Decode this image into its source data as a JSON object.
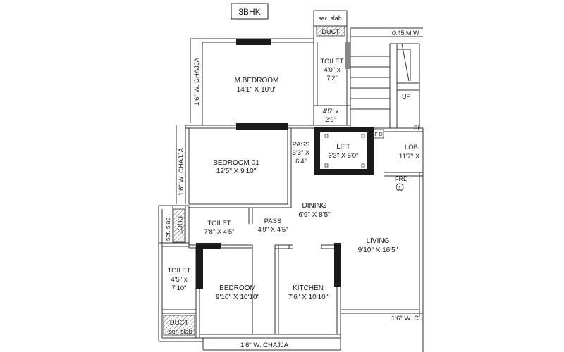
{
  "title": "3BHK",
  "rooms": {
    "master_bedroom": {
      "name": "M.BEDROOM",
      "size": "14'1\" X 10'0\""
    },
    "toilet_top": {
      "name": "TOILET",
      "size_line1": "4'0\" x",
      "size_line2": "7'2\""
    },
    "passage_top": {
      "size_line1": "4'5\" x",
      "size_line2": "2'9\""
    },
    "pass_1": {
      "name": "PASS",
      "size_line1": "3'3\" X",
      "size_line2": "6'4\""
    },
    "bedroom_01": {
      "name": "BEDROOM 01",
      "size": "12'5\" X 9'10\""
    },
    "lift": {
      "name": "LIFT",
      "size": "6'3\" X 5'0\""
    },
    "lobby": {
      "name": "LOB",
      "size": "11'7\" X"
    },
    "dining": {
      "name": "DINING",
      "size": "6'9\" X 8'5\""
    },
    "toilet_mid": {
      "name": "TOILET",
      "size": "7'8\" X 4'5\""
    },
    "pass_2": {
      "name": "PASS",
      "size": "4'9\" X 4'5\""
    },
    "living": {
      "name": "LIVING",
      "size": "9'10\" X 16'5\""
    },
    "toilet_left": {
      "name": "TOILET",
      "size_line1": "4'5\" x",
      "size_line2": "7'10\""
    },
    "bedroom": {
      "name": "BEDROOM",
      "size": "9'10\" X 10'10\""
    },
    "kitchen": {
      "name": "KITCHEN",
      "size": "7'6\" X 10'10\""
    }
  },
  "labels": {
    "ser_slab_top": "ser. slab",
    "duct_top": "DUCT",
    "mw": "0.45 M.W",
    "up": "UP",
    "fd": "F D",
    "fi": "FI",
    "frd": "FRD",
    "frd_num": "1",
    "chajja_left_top": "1'6\" W. CHAJJA",
    "chajja_left_mid": "1'6\" W. CHAJJA",
    "ser_slab_mid": "ser. slab",
    "duct_mid": "DUCT",
    "duct_bottom": "DUCT",
    "ser_slab_bottom": "ser. slab",
    "chajja_bottom": "1'6\" W. CHAJJA",
    "chajja_right": "1'6\" W. C"
  }
}
